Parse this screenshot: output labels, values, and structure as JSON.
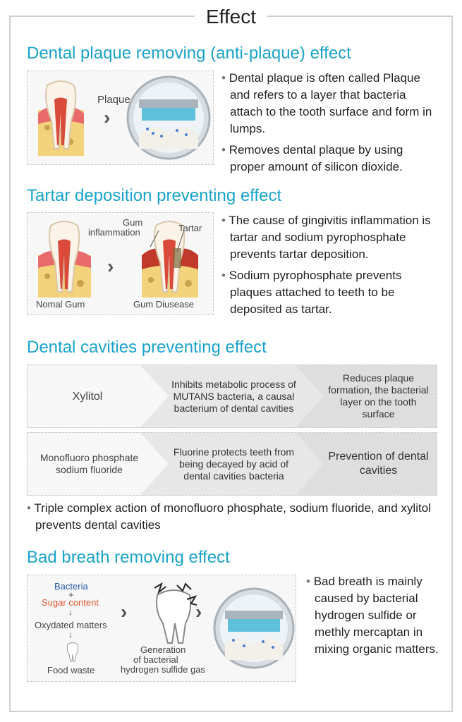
{
  "page": {
    "title": "Effect"
  },
  "plaque": {
    "title": "Dental plaque removing (anti-plaque) effect",
    "label_plaque": "Plaque",
    "bullets": [
      "Dental plaque is often called Plaque and refers to a layer that bacteria attach to the tooth surface and form in lumps.",
      "Removes dental plaque by using proper amount of silicon dioxide."
    ]
  },
  "tartar": {
    "title": "Tartar deposition preventing effect",
    "label_gum": "Gum",
    "label_inflammation": "inflammation",
    "label_tartar": "Tartar",
    "label_normal": "Nomal Gum",
    "label_disease": "Gum Diusease",
    "bullets": [
      "The cause of gingivitis inflammation is tartar and sodium pyrophosphate prevents tartar deposition.",
      "Sodium pyrophosphate prevents plaques attached to teeth to be deposited as tartar."
    ]
  },
  "cavities": {
    "title": "Dental cavities preventing effect",
    "row1": [
      "Xylitol",
      "Inhibits metabolic process of MUTANS bacteria, a causal bacterium of dental cavities",
      "Reduces plaque formation, the bacterial layer on the tooth surface"
    ],
    "row2": [
      "Monofluoro phosphate sodium fluoride",
      "Fluorine protects teeth from being decayed by acid of dental cavities bacteria",
      "Prevention of dental cavities"
    ],
    "note": "Triple complex action of monofluoro phosphate, sodium fluoride, and xylitol prevents dental cavities"
  },
  "breath": {
    "title": "Bad breath removing effect",
    "label_bacteria": "Bacteria",
    "label_plus": "+",
    "label_sugar": "Sugar content",
    "label_oxy": "Oxydated matters",
    "label_food": "Food waste",
    "label_gen1": "Generation",
    "label_gen2": "of bacterial",
    "label_gen3": "hydrogen sulfide gas",
    "bullet": "Bad breath is mainly caused by bacterial hydrogen sulfide or methly mercaptan in mixing organic matters."
  },
  "colors": {
    "accent": "#1aa3c9",
    "sugar": "#e0562e",
    "gum": "#e86a6a",
    "bone": "#f2d27a"
  }
}
